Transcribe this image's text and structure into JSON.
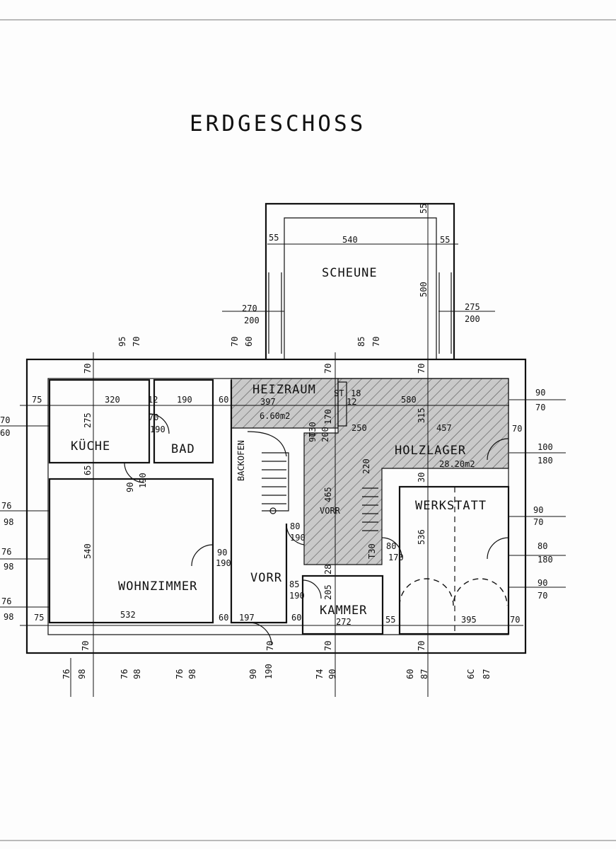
{
  "title": "ERDGESCHOSS",
  "rooms": {
    "scheune": "SCHEUNE",
    "heizraum": "HEIZRAUM",
    "heizraum_area": "6.60m2",
    "kueche": "KÜCHE",
    "bad": "BAD",
    "holzlager": "HOLZLAGER",
    "holzlager_area": "28.20m2",
    "backofen": "BACKOFEN",
    "vorr_stair": "VORR",
    "werkstatt": "WERKSTATT",
    "wohnzimmer": "WOHNZIMMER",
    "vorr": "VORR",
    "kammer": "KAMMER",
    "st": "ST",
    "t30": "T30",
    "t30_2": "T30"
  },
  "dimensions": {
    "scheune": [
      "55",
      "540",
      "55",
      "55",
      "500",
      "270",
      "200",
      "275",
      "200",
      "70",
      "60",
      "85",
      "70",
      "70",
      "70"
    ],
    "top": [
      "95",
      "70",
      "70",
      "75",
      "320",
      "12",
      "190",
      "60",
      "397",
      "18",
      "12",
      "580",
      "90",
      "70",
      "275",
      "70",
      "60",
      "70",
      "190",
      "170",
      "250",
      "457",
      "70",
      "315",
      "100",
      "180",
      "200",
      "90"
    ],
    "middle": [
      "65",
      "90",
      "190",
      "220",
      "465",
      "30",
      "90",
      "70",
      "80",
      "190",
      "80",
      "170",
      "536",
      "80",
      "180",
      "76",
      "98",
      "76",
      "98",
      "540",
      "90",
      "190",
      "85",
      "190",
      "205",
      "28",
      "90",
      "70"
    ],
    "bottom": [
      "76",
      "98",
      "75",
      "532",
      "60",
      "197",
      "60",
      "272",
      "55",
      "395",
      "70",
      "70",
      "70",
      "70",
      "70"
    ],
    "below": [
      "76",
      "98",
      "76",
      "98",
      "76",
      "98",
      "90",
      "190",
      "74",
      "90",
      "60",
      "87",
      "6C",
      "87"
    ]
  }
}
